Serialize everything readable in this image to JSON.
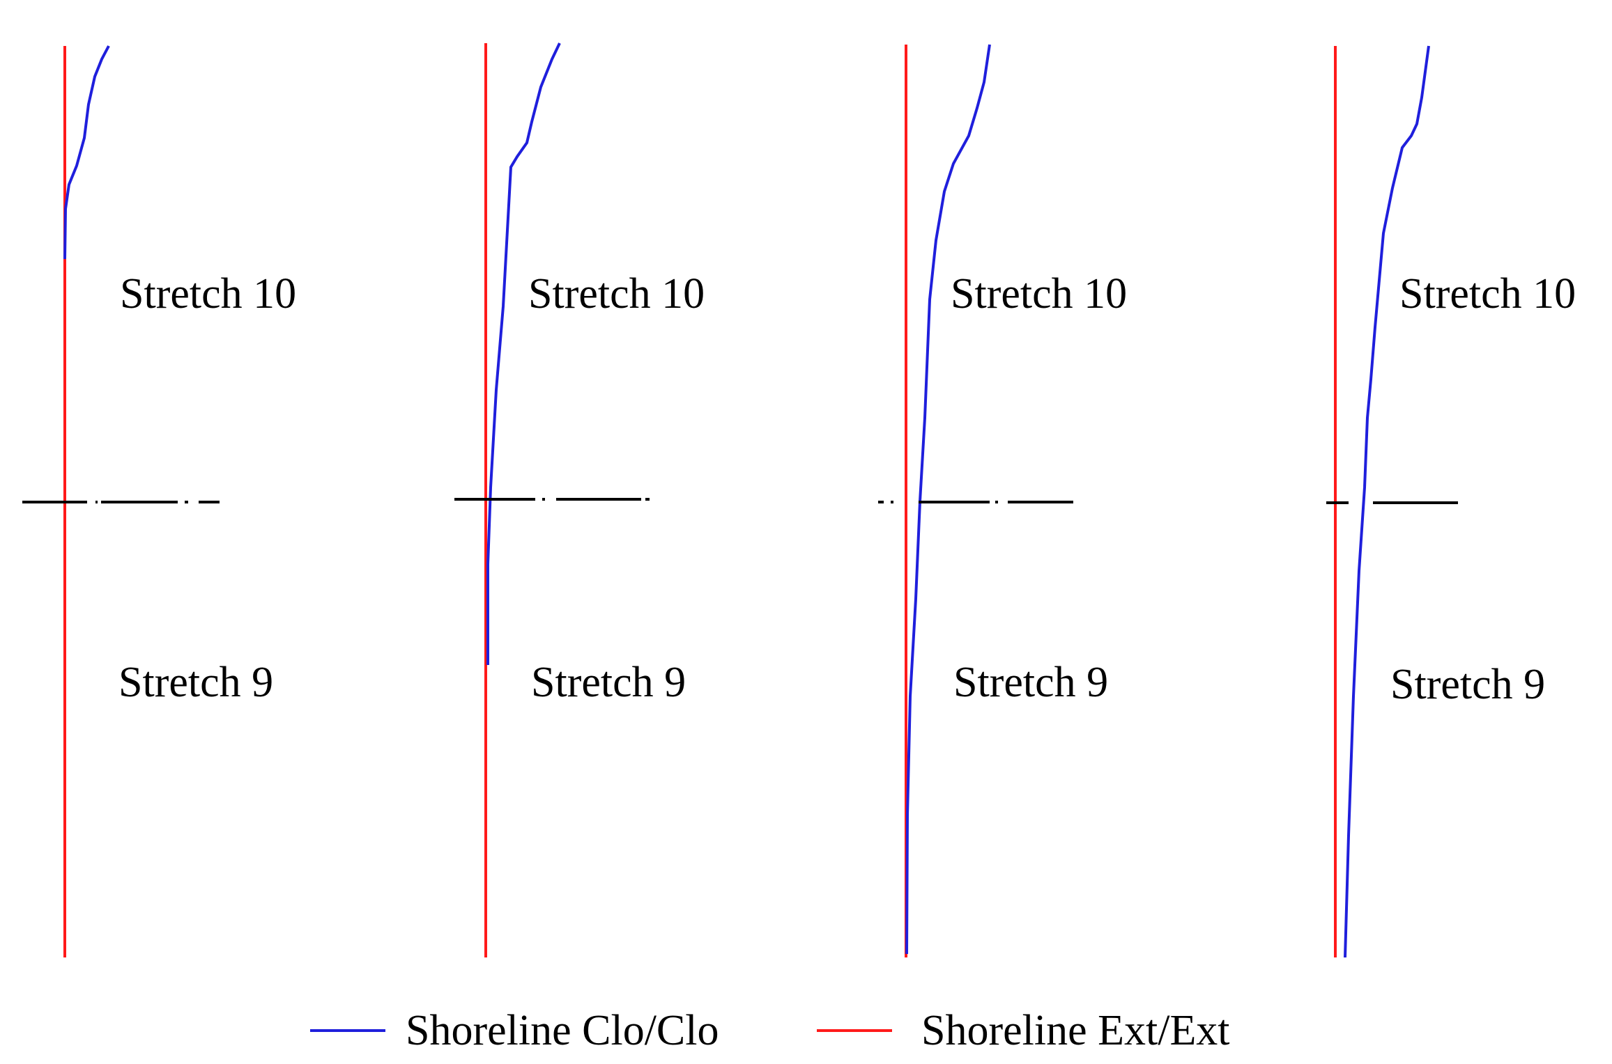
{
  "colors": {
    "clo": "#1f1fdc",
    "ext": "#ff1a1a",
    "boundary": "#000000"
  },
  "labels": {
    "stretch_upper": "Stretch 10",
    "stretch_lower": "Stretch 9"
  },
  "legend": [
    {
      "name": "Shoreline Clo/Clo",
      "color": "#1f1fdc"
    },
    {
      "name": "Shoreline Ext/Ext",
      "color": "#ff1a1a"
    }
  ]
}
